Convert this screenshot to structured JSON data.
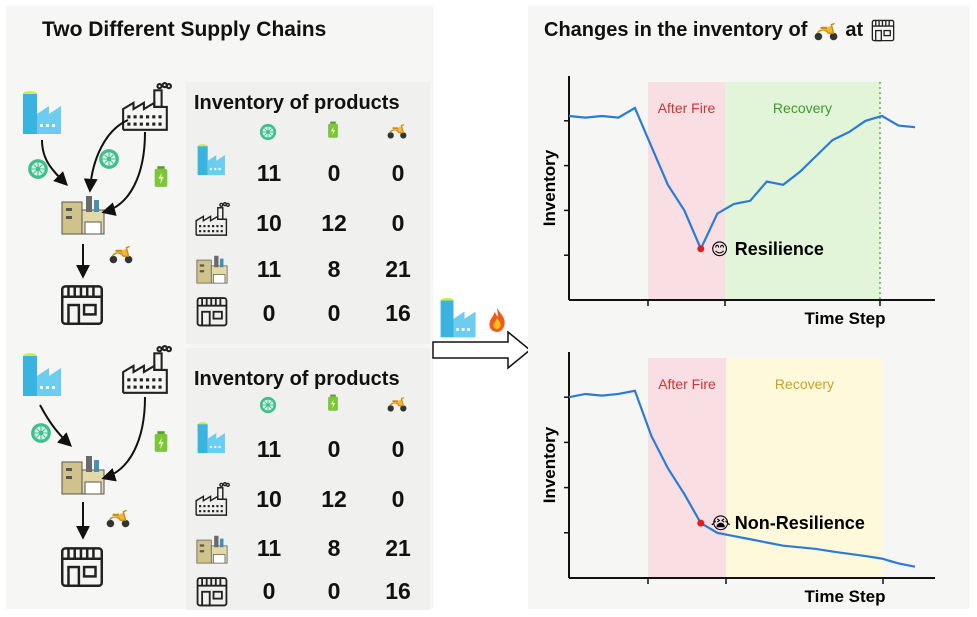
{
  "left_title": "Two Different Supply Chains",
  "right_title_prefix": "Changes in the inventory of",
  "right_title_mid": "at",
  "tables": [
    {
      "heading": "Inventory of products",
      "rows": [
        {
          "entity": "supplier-factory-icon",
          "values": [
            "11",
            "0",
            "0"
          ]
        },
        {
          "entity": "battery-factory-icon",
          "values": [
            "10",
            "12",
            "0"
          ]
        },
        {
          "entity": "assembly-plant-icon",
          "values": [
            "11",
            "8",
            "21"
          ]
        },
        {
          "entity": "retail-store-icon",
          "values": [
            "0",
            "0",
            "16"
          ]
        }
      ],
      "columns": [
        "wheel-icon",
        "battery-icon",
        "scooter-icon"
      ]
    },
    {
      "heading": "Inventory of products",
      "rows": [
        {
          "entity": "supplier-factory-icon",
          "values": [
            "11",
            "0",
            "0"
          ]
        },
        {
          "entity": "battery-factory-icon",
          "values": [
            "10",
            "12",
            "0"
          ]
        },
        {
          "entity": "assembly-plant-icon",
          "values": [
            "11",
            "8",
            "21"
          ]
        },
        {
          "entity": "retail-store-icon",
          "values": [
            "0",
            "0",
            "16"
          ]
        }
      ],
      "columns": [
        "wheel-icon",
        "battery-icon",
        "scooter-icon"
      ]
    }
  ],
  "event_icons": [
    "supplier-factory-icon",
    "fire-icon"
  ],
  "chart_data": [
    {
      "type": "line",
      "ylabel": "Inventory",
      "xlabel": "Time Step",
      "phases": [
        {
          "label": "After Fire",
          "color": "#f9dfe4",
          "text_color": "#cc3333"
        },
        {
          "label": "Recovery",
          "color": "#e2f5d8",
          "text_color": "#3c9a2a"
        }
      ],
      "annotation": {
        "emoji": "😊",
        "label": "Resilience"
      },
      "values": [
        5.75,
        5.7,
        5.75,
        5.7,
        6.0,
        4.8,
        3.6,
        2.8,
        1.6,
        2.7,
        3.0,
        3.1,
        3.7,
        3.6,
        4.0,
        4.5,
        5.0,
        5.25,
        5.6,
        5.75,
        5.45,
        5.4
      ]
    },
    {
      "type": "line",
      "ylabel": "Inventory",
      "xlabel": "Time Step",
      "phases": [
        {
          "label": "After Fire",
          "color": "#f9dfe4",
          "text_color": "#cc3333"
        },
        {
          "label": "Recovery",
          "color": "#fdf9da",
          "text_color": "#c9a227"
        }
      ],
      "annotation": {
        "emoji": "😭",
        "label": "Non-Resilience"
      },
      "values": [
        5.6,
        5.7,
        5.65,
        5.7,
        5.8,
        4.4,
        3.4,
        2.6,
        1.7,
        1.4,
        1.3,
        1.2,
        1.1,
        1.0,
        0.95,
        0.9,
        0.82,
        0.75,
        0.68,
        0.6,
        0.45,
        0.35
      ]
    }
  ]
}
